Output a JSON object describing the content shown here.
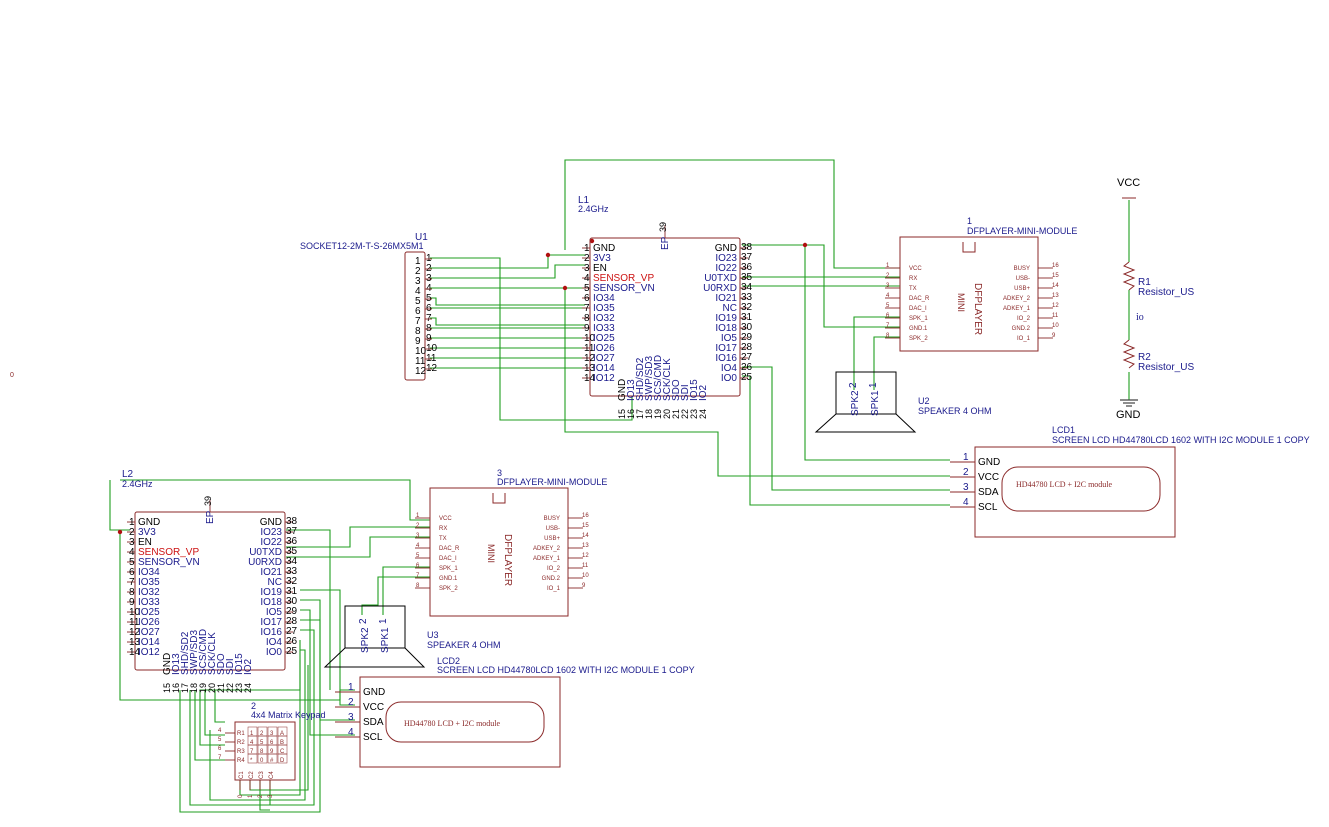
{
  "stray_label": "0",
  "power": {
    "vcc": "VCC",
    "gnd": "GND",
    "net_io": "io"
  },
  "r1": {
    "ref": "R1",
    "value": "Resistor_US"
  },
  "r2": {
    "ref": "R2",
    "value": "Resistor_US"
  },
  "u1": {
    "ref": "U1",
    "value": "SOCKET12-2M-T-S-26MX5M1",
    "pins": [
      "1",
      "2",
      "3",
      "4",
      "5",
      "6",
      "7",
      "8",
      "9",
      "10",
      "11",
      "12"
    ]
  },
  "l1": {
    "ref": "L1",
    "value": "2.4GHz",
    "ep": "EP",
    "ep_num": "39",
    "left_pins": [
      {
        "n": "1",
        "name": "GND"
      },
      {
        "n": "2",
        "name": "3V3"
      },
      {
        "n": "3",
        "name": "EN"
      },
      {
        "n": "4",
        "name": "SENSOR_VP"
      },
      {
        "n": "5",
        "name": "SENSOR_VN"
      },
      {
        "n": "6",
        "name": "IO34"
      },
      {
        "n": "7",
        "name": "IO35"
      },
      {
        "n": "8",
        "name": "IO32"
      },
      {
        "n": "9",
        "name": "IO33"
      },
      {
        "n": "10",
        "name": "IO25"
      },
      {
        "n": "11",
        "name": "IO26"
      },
      {
        "n": "12",
        "name": "IO27"
      },
      {
        "n": "13",
        "name": "IO14"
      },
      {
        "n": "14",
        "name": "IO12"
      }
    ],
    "right_pins": [
      {
        "n": "38",
        "name": "GND"
      },
      {
        "n": "37",
        "name": "IO23"
      },
      {
        "n": "36",
        "name": "IO22"
      },
      {
        "n": "35",
        "name": "U0TXD"
      },
      {
        "n": "34",
        "name": "U0RXD"
      },
      {
        "n": "33",
        "name": "IO21"
      },
      {
        "n": "32",
        "name": "NC"
      },
      {
        "n": "31",
        "name": "IO19"
      },
      {
        "n": "30",
        "name": "IO18"
      },
      {
        "n": "29",
        "name": "IO5"
      },
      {
        "n": "28",
        "name": "IO17"
      },
      {
        "n": "27",
        "name": "IO16"
      },
      {
        "n": "26",
        "name": "IO4"
      },
      {
        "n": "25",
        "name": "IO0"
      }
    ],
    "bottom_pins": [
      {
        "n": "15",
        "name": "GND"
      },
      {
        "n": "16",
        "name": "IO13"
      },
      {
        "n": "17",
        "name": "SHD/SD2"
      },
      {
        "n": "18",
        "name": "SWP/SD3"
      },
      {
        "n": "19",
        "name": "SCS/CMD"
      },
      {
        "n": "20",
        "name": "SCK/CLK"
      },
      {
        "n": "21",
        "name": "SDO"
      },
      {
        "n": "22",
        "name": "SDI"
      },
      {
        "n": "23",
        "name": "IO15"
      },
      {
        "n": "24",
        "name": "IO2"
      }
    ]
  },
  "l2": {
    "ref": "L2",
    "value": "2.4GHz",
    "ep": "EP",
    "ep_num": "39"
  },
  "dfp1": {
    "ref": "1",
    "value": "DFPLAYER-MINI-MODULE",
    "title": "DFPLAYER",
    "sub": "MINI",
    "left_pins": [
      {
        "n": "1",
        "name": "VCC"
      },
      {
        "n": "2",
        "name": "RX"
      },
      {
        "n": "3",
        "name": "TX"
      },
      {
        "n": "4",
        "name": "DAC_R"
      },
      {
        "n": "5",
        "name": "DAC_I"
      },
      {
        "n": "6",
        "name": "SPK_1"
      },
      {
        "n": "7",
        "name": "GND.1"
      },
      {
        "n": "8",
        "name": "SPK_2"
      }
    ],
    "right_pins": [
      {
        "n": "16",
        "name": "BUSY"
      },
      {
        "n": "15",
        "name": "USB-"
      },
      {
        "n": "14",
        "name": "USB+"
      },
      {
        "n": "13",
        "name": "ADKEY_2"
      },
      {
        "n": "12",
        "name": "ADKEY_1"
      },
      {
        "n": "11",
        "name": "IO_2"
      },
      {
        "n": "10",
        "name": "GND.2"
      },
      {
        "n": "9",
        "name": "IO_1"
      }
    ]
  },
  "dfp3": {
    "ref": "3",
    "value": "DFPLAYER-MINI-MODULE"
  },
  "u2": {
    "ref": "U2",
    "value": "SPEAKER 4 OHM",
    "spk2": "SPK2",
    "spk1": "SPK1",
    "n2": "2",
    "n1": "1"
  },
  "u3": {
    "ref": "U3",
    "value": "SPEAKER 4 OHM"
  },
  "lcd1": {
    "ref": "LCD1",
    "value": "SCREEN LCD HD44780LCD 1602 WITH I2C MODULE 1 COPY",
    "module": "HD44780 LCD + I2C module",
    "pins": [
      {
        "n": "1",
        "name": "GND"
      },
      {
        "n": "2",
        "name": "VCC"
      },
      {
        "n": "3",
        "name": "SDA"
      },
      {
        "n": "4",
        "name": "SCL"
      }
    ]
  },
  "lcd2": {
    "ref": "LCD2",
    "value": "SCREEN LCD HD44780LCD 1602 WITH I2C MODULE 1 COPY",
    "module": "HD44780 LCD + I2C module"
  },
  "keypad": {
    "ref": "2",
    "value": "4x4 Matrix Keypad",
    "rows": [
      "R1",
      "R2",
      "R3",
      "R4"
    ],
    "row_pins": [
      "4",
      "5",
      "6",
      "7"
    ],
    "cols": [
      "C1",
      "C2",
      "C3",
      "C4"
    ],
    "col_pins": [
      "0",
      "1",
      "2",
      "3"
    ],
    "keys": [
      [
        "1",
        "2",
        "3",
        "A"
      ],
      [
        "4",
        "5",
        "6",
        "B"
      ],
      [
        "7",
        "8",
        "9",
        "C"
      ],
      [
        "*",
        "0",
        "#",
        "D"
      ]
    ]
  },
  "colors": {
    "wire": "#1f9e1f",
    "part": "#8b2a2a",
    "label": "#1a1a8c",
    "highlight": "#cc1111"
  }
}
